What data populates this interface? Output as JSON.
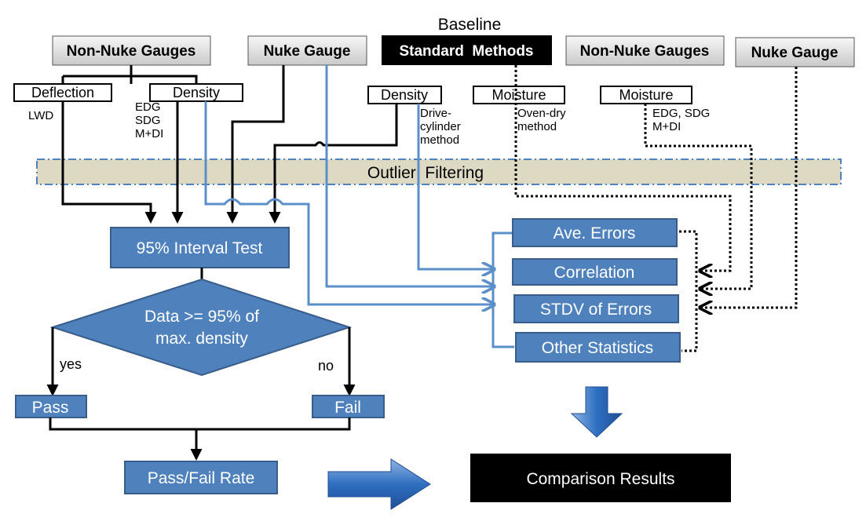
{
  "baseline_title": "Baseline",
  "headers": {
    "non_nuke_left": "Non-Nuke Gauges",
    "nuke_left": "Nuke Gauge",
    "standard_methods": "Standard  Methods",
    "non_nuke_right": "Non-Nuke Gauges",
    "nuke_right": "Nuke Gauge"
  },
  "sub_boxes": {
    "deflection": "Deflection",
    "density_left": "Density",
    "density_std": "Density",
    "moisture_std": "Moisture",
    "moisture_right": "Moisture"
  },
  "notes": {
    "lwd": "LWD",
    "edg_left": [
      "EDG",
      "SDG",
      "M+DI"
    ],
    "drive_cylinder": [
      "Drive-",
      "cylinder",
      "method"
    ],
    "oven_dry": [
      "Oven-dry",
      "method"
    ],
    "edg_right": [
      "EDG, SDG",
      "M+DI"
    ]
  },
  "outlier_filtering": "Outlier  Filtering",
  "interval_test": "95% Interval Test",
  "decision": [
    "Data >= 95% of",
    "max. density"
  ],
  "branch_yes": "yes",
  "branch_no": "no",
  "pass": "Pass",
  "fail": "Fail",
  "pass_fail_rate": "Pass/Fail Rate",
  "stats": [
    "Ave. Errors",
    "Correlation",
    "STDV of Errors",
    "Other Statistics"
  ],
  "comparison_results": "Comparison Results",
  "colors": {
    "box_blue": "#4f81bd",
    "box_blue_border": "#385d8a",
    "line_blue": "#5b8fc9",
    "outlier_band": "#ddd9c3",
    "header_gray": "#d9d9d9"
  }
}
